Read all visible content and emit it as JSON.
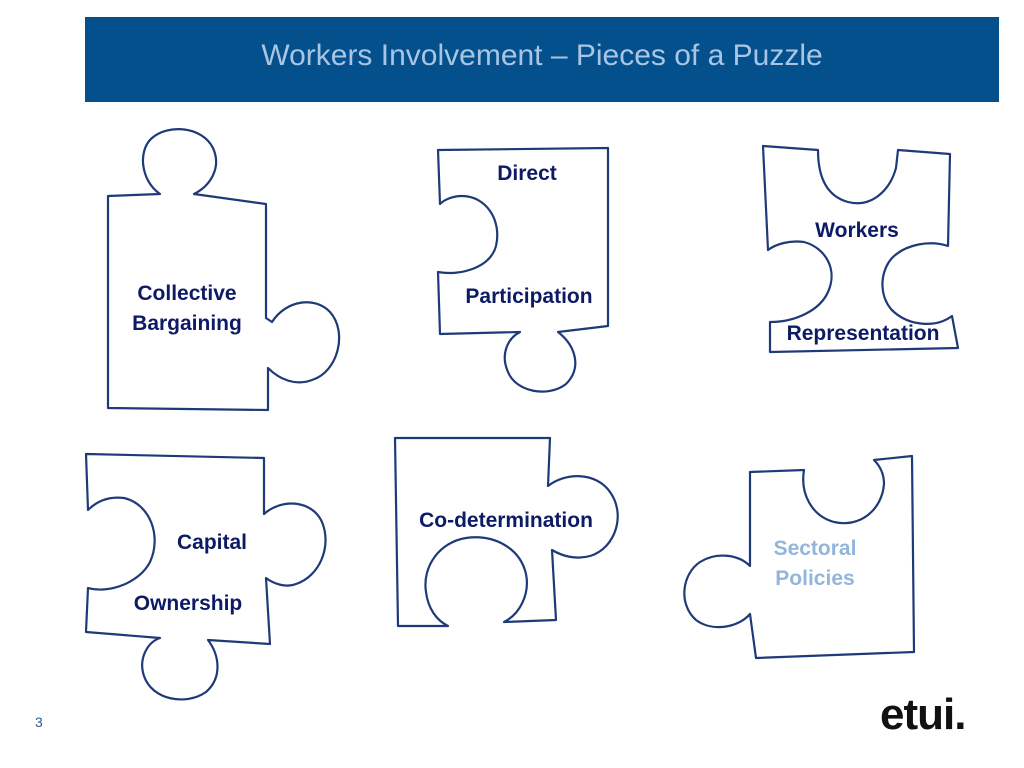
{
  "slide": {
    "title": "Workers Involvement – Pieces of a Puzzle",
    "page_number": "3",
    "logo_text": "etui.",
    "colors": {
      "title_bar": "#04508c",
      "title_text": "#a8c6e4",
      "piece_outline": "#1f3a78",
      "label_text": "#0d1a66",
      "label_light": "#93b5dc"
    }
  },
  "pieces": {
    "collective_bargaining": {
      "line1": "Collective",
      "line2": "Bargaining"
    },
    "direct_participation": {
      "line1": "Direct",
      "line2": "Participation"
    },
    "workers_representation": {
      "line1": "Workers",
      "line2": "Representation"
    },
    "capital_ownership": {
      "line1": "Capital",
      "line2": "Ownership"
    },
    "codetermination": {
      "line1": "Co-determination"
    },
    "sectoral_policies": {
      "line1": "Sectoral",
      "line2": "Policies"
    }
  }
}
